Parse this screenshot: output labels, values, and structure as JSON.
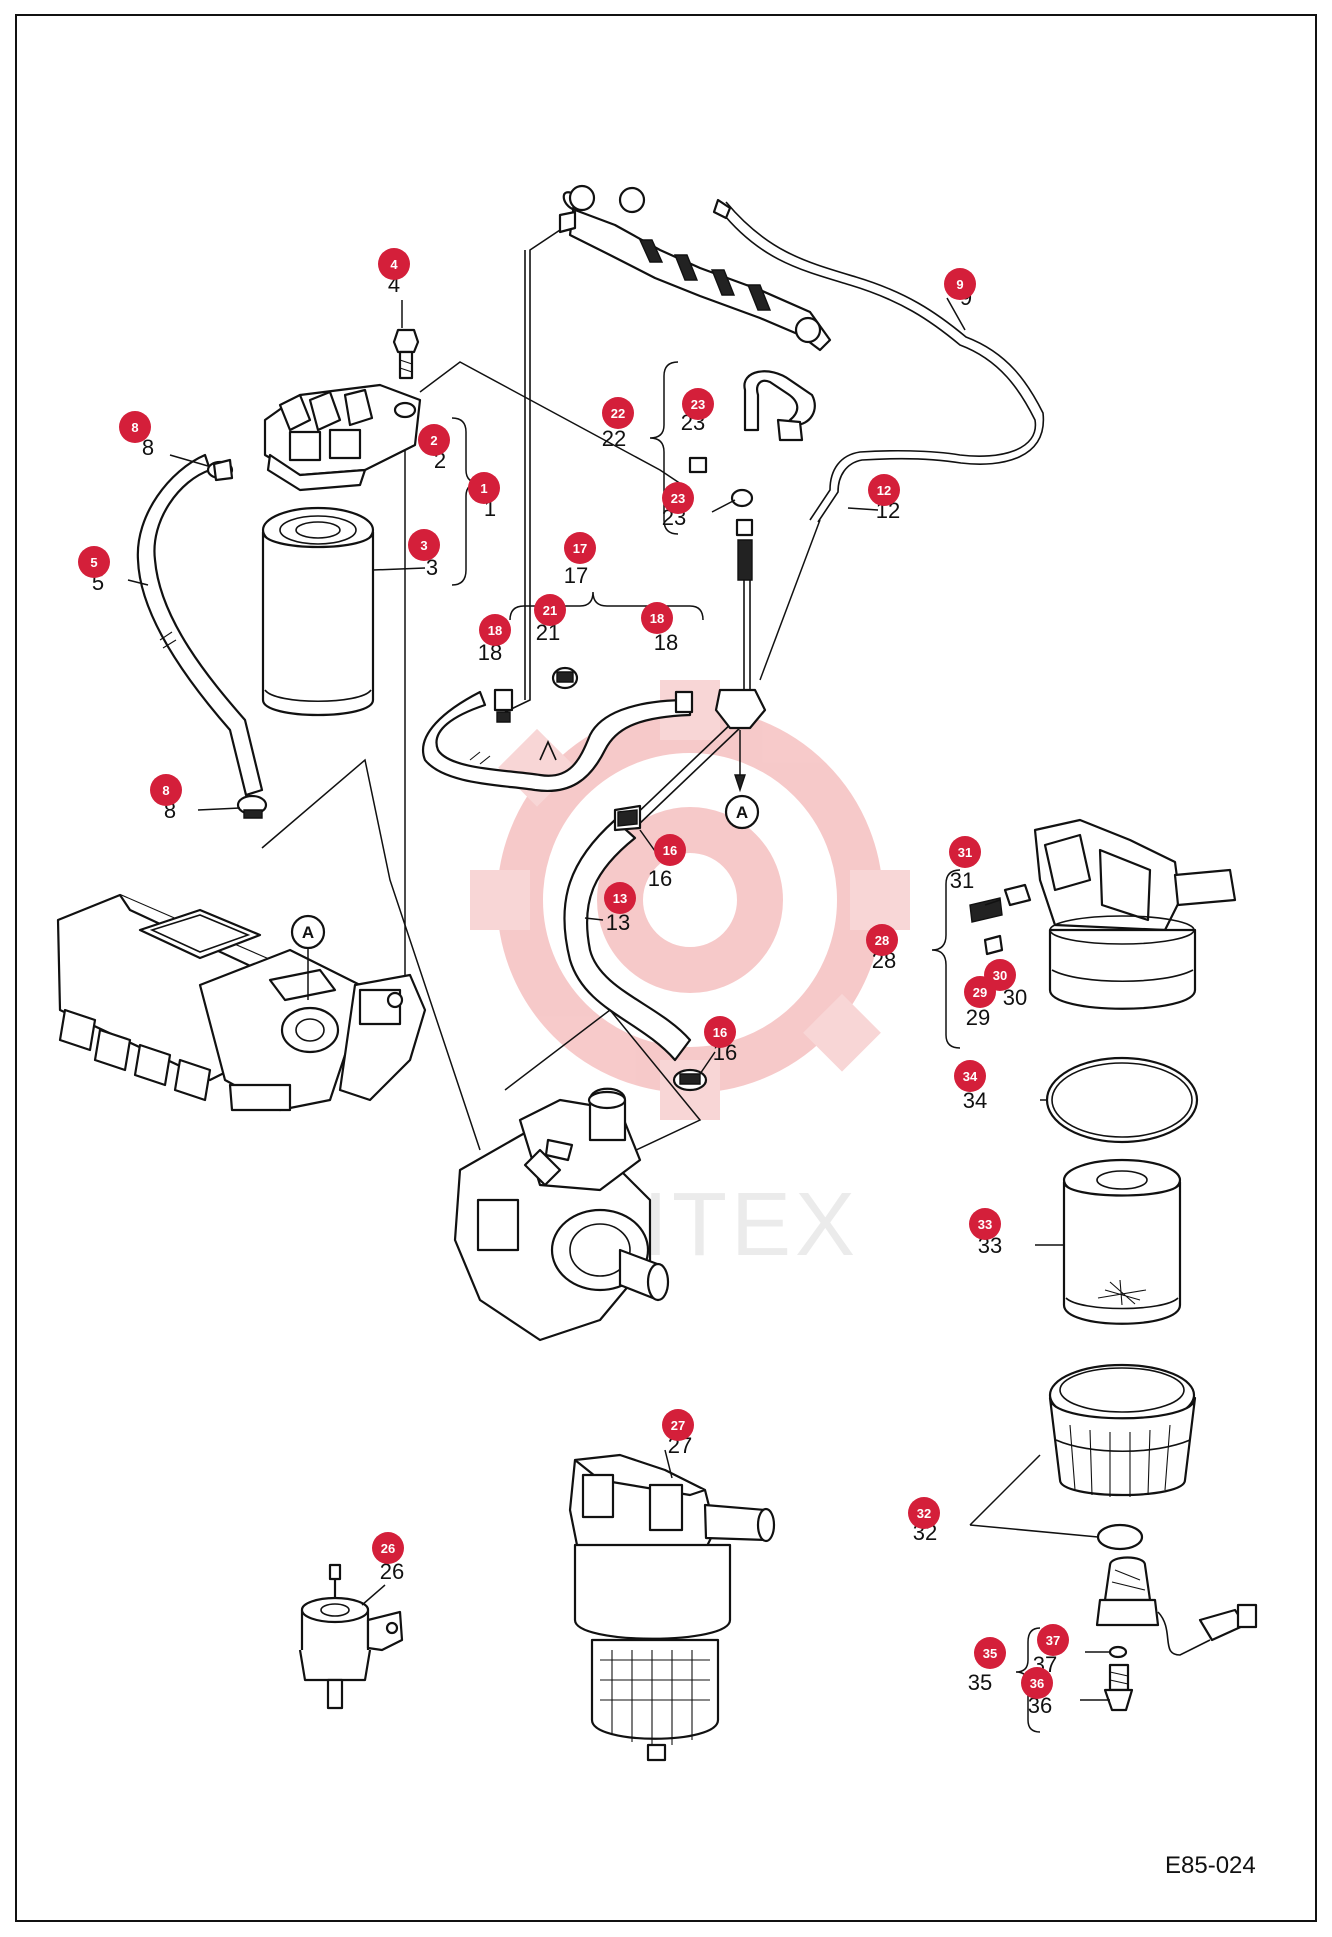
{
  "figure_code": "E85-024",
  "ref_marker": "A",
  "callouts": [
    {
      "id": "4",
      "label": "4"
    },
    {
      "id": "8a",
      "label": "8"
    },
    {
      "id": "2",
      "label": "2"
    },
    {
      "id": "1",
      "label": "1"
    },
    {
      "id": "3",
      "label": "3"
    },
    {
      "id": "5",
      "label": "5"
    },
    {
      "id": "8b",
      "label": "8"
    },
    {
      "id": "9",
      "label": "9"
    },
    {
      "id": "22",
      "label": "22"
    },
    {
      "id": "23a",
      "label": "23"
    },
    {
      "id": "23b",
      "label": "23"
    },
    {
      "id": "12",
      "label": "12"
    },
    {
      "id": "17",
      "label": "17"
    },
    {
      "id": "18a",
      "label": "18"
    },
    {
      "id": "21",
      "label": "21"
    },
    {
      "id": "18b",
      "label": "18"
    },
    {
      "id": "16a",
      "label": "16"
    },
    {
      "id": "13",
      "label": "13"
    },
    {
      "id": "16b",
      "label": "16"
    },
    {
      "id": "31",
      "label": "31"
    },
    {
      "id": "28",
      "label": "28"
    },
    {
      "id": "30",
      "label": "30"
    },
    {
      "id": "29",
      "label": "29"
    },
    {
      "id": "34",
      "label": "34"
    },
    {
      "id": "33",
      "label": "33"
    },
    {
      "id": "27",
      "label": "27"
    },
    {
      "id": "32",
      "label": "32"
    },
    {
      "id": "26",
      "label": "26"
    },
    {
      "id": "37",
      "label": "37"
    },
    {
      "id": "35",
      "label": "35"
    },
    {
      "id": "36",
      "label": "36"
    }
  ]
}
